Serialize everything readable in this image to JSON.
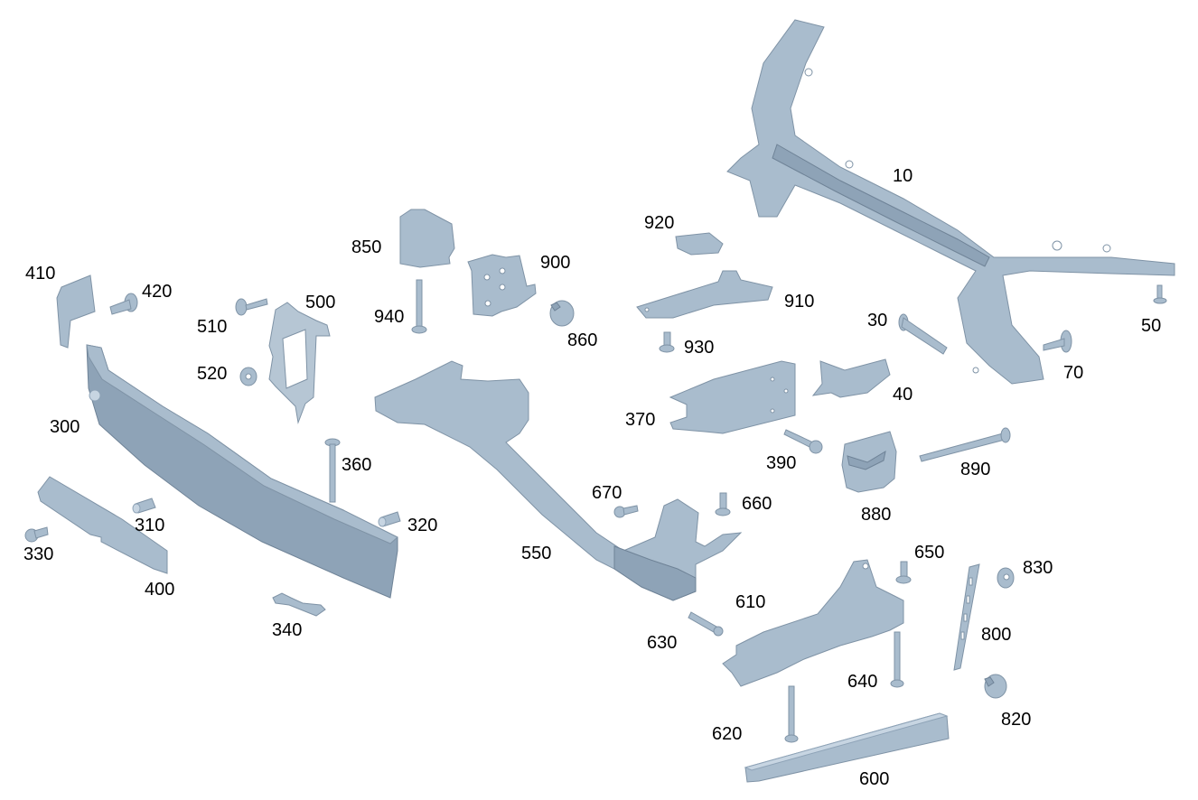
{
  "diagram": {
    "title": "Front end carrier / bumper reinforcement exploded parts view",
    "part_color": "#a9bccd",
    "label_color": "#000000",
    "parts": [
      {
        "id": "10",
        "name": "front-end-carrier-crossmember"
      },
      {
        "id": "30",
        "name": "bolt"
      },
      {
        "id": "40",
        "name": "bracket-cover"
      },
      {
        "id": "50",
        "name": "screw"
      },
      {
        "id": "70",
        "name": "expanding-rivet"
      },
      {
        "id": "300",
        "name": "bumper-reinforcement-beam"
      },
      {
        "id": "310",
        "name": "threaded-sleeve"
      },
      {
        "id": "320",
        "name": "threaded-sleeve"
      },
      {
        "id": "330",
        "name": "bolt"
      },
      {
        "id": "340",
        "name": "retaining-plate"
      },
      {
        "id": "360",
        "name": "bolt"
      },
      {
        "id": "370",
        "name": "crash-box"
      },
      {
        "id": "390",
        "name": "bolt"
      },
      {
        "id": "400",
        "name": "impact-absorber-rail"
      },
      {
        "id": "410",
        "name": "end-cap"
      },
      {
        "id": "420",
        "name": "bolt"
      },
      {
        "id": "500",
        "name": "sensor-bracket"
      },
      {
        "id": "510",
        "name": "screw"
      },
      {
        "id": "520",
        "name": "nut"
      },
      {
        "id": "550",
        "name": "longitudinal-member"
      },
      {
        "id": "600",
        "name": "lower-crossmember"
      },
      {
        "id": "610",
        "name": "lower-side-member"
      },
      {
        "id": "620",
        "name": "bolt"
      },
      {
        "id": "630",
        "name": "bolt"
      },
      {
        "id": "640",
        "name": "bolt"
      },
      {
        "id": "650",
        "name": "bolt"
      },
      {
        "id": "660",
        "name": "bolt"
      },
      {
        "id": "670",
        "name": "bolt"
      },
      {
        "id": "800",
        "name": "perforated-strap"
      },
      {
        "id": "820",
        "name": "bolt"
      },
      {
        "id": "830",
        "name": "nut"
      },
      {
        "id": "850",
        "name": "mounting-block"
      },
      {
        "id": "860",
        "name": "bolt"
      },
      {
        "id": "880",
        "name": "mounting-block"
      },
      {
        "id": "890",
        "name": "long-bolt"
      },
      {
        "id": "900",
        "name": "bracket"
      },
      {
        "id": "910",
        "name": "support-plate"
      },
      {
        "id": "920",
        "name": "clip"
      },
      {
        "id": "930",
        "name": "bolt"
      },
      {
        "id": "940",
        "name": "bolt"
      }
    ]
  }
}
